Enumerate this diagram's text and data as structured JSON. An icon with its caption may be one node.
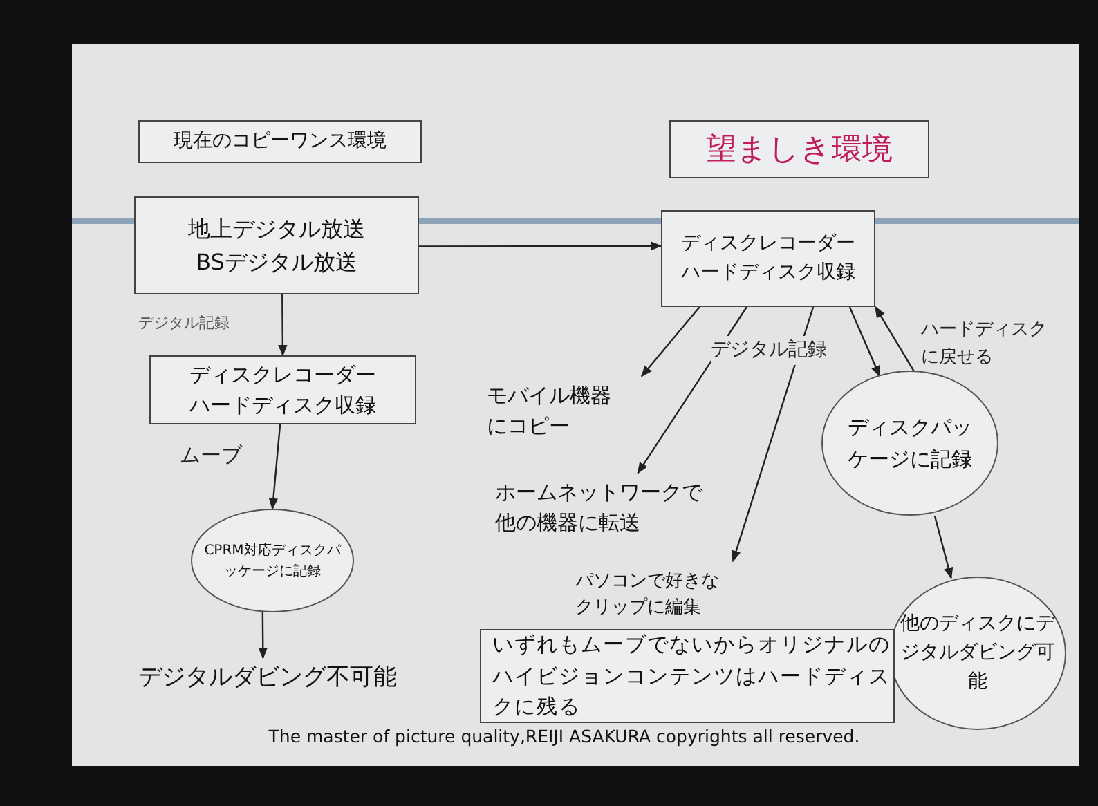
{
  "diagram": {
    "nodes": [
      {
        "text": [
          "現在のコピーワンス環境"
        ]
      },
      {
        "text": [
          "望ましき環境"
        ]
      },
      {
        "text": [
          "地上デジタル放送",
          "BSデジタル放送"
        ]
      },
      {
        "text": [
          "ディスクレコーダーハードディスク収録"
        ]
      },
      {
        "text": [
          "CPRM対応ディスクパッケージに記録"
        ]
      },
      {
        "text": [
          "デジタルダビング不可能"
        ]
      },
      {
        "text": [
          "ディスクレコーダーハードディスク収録"
        ]
      },
      {
        "text": [
          "モバイル機器にコピー"
        ]
      },
      {
        "text": [
          "ホームネットワークで他の機器に転送"
        ]
      },
      {
        "text": [
          "パソコンで好きなクリップに編集"
        ]
      },
      {
        "text": [
          "ディスクパッケージに記録"
        ]
      },
      {
        "text": [
          "他のディスクにデジタルダビング可能"
        ]
      },
      {
        "text": [
          "いずれもムーブでないからオリジナルのハイビジョンコンテンツはハードディスクに残る"
        ]
      }
    ],
    "edges": [
      {
        "from": 2,
        "to": 6,
        "arrow": "to"
      },
      {
        "from": 2,
        "to": 3,
        "arrow": "to",
        "label": "デジタル記録"
      },
      {
        "from": 3,
        "to": 4,
        "arrow": "to",
        "label": "ムーブ"
      },
      {
        "from": 4,
        "to": 5,
        "arrow": "to"
      },
      {
        "from": 6,
        "to": 7,
        "arrow": "to"
      },
      {
        "from": 6,
        "to": 8,
        "arrow": "to"
      },
      {
        "from": 6,
        "to": 9,
        "arrow": "to",
        "label": "デジタル記録"
      },
      {
        "from": 6,
        "to": 10,
        "arrow": "to"
      },
      {
        "from": 10,
        "to": 6,
        "arrow": "to",
        "label": "ハードディスクに戻せる"
      },
      {
        "from": 10,
        "to": 11,
        "arrow": "to"
      }
    ],
    "labels": [
      "The master of picture quality,REIJI ASAKURA copyrights all reserved."
    ]
  }
}
